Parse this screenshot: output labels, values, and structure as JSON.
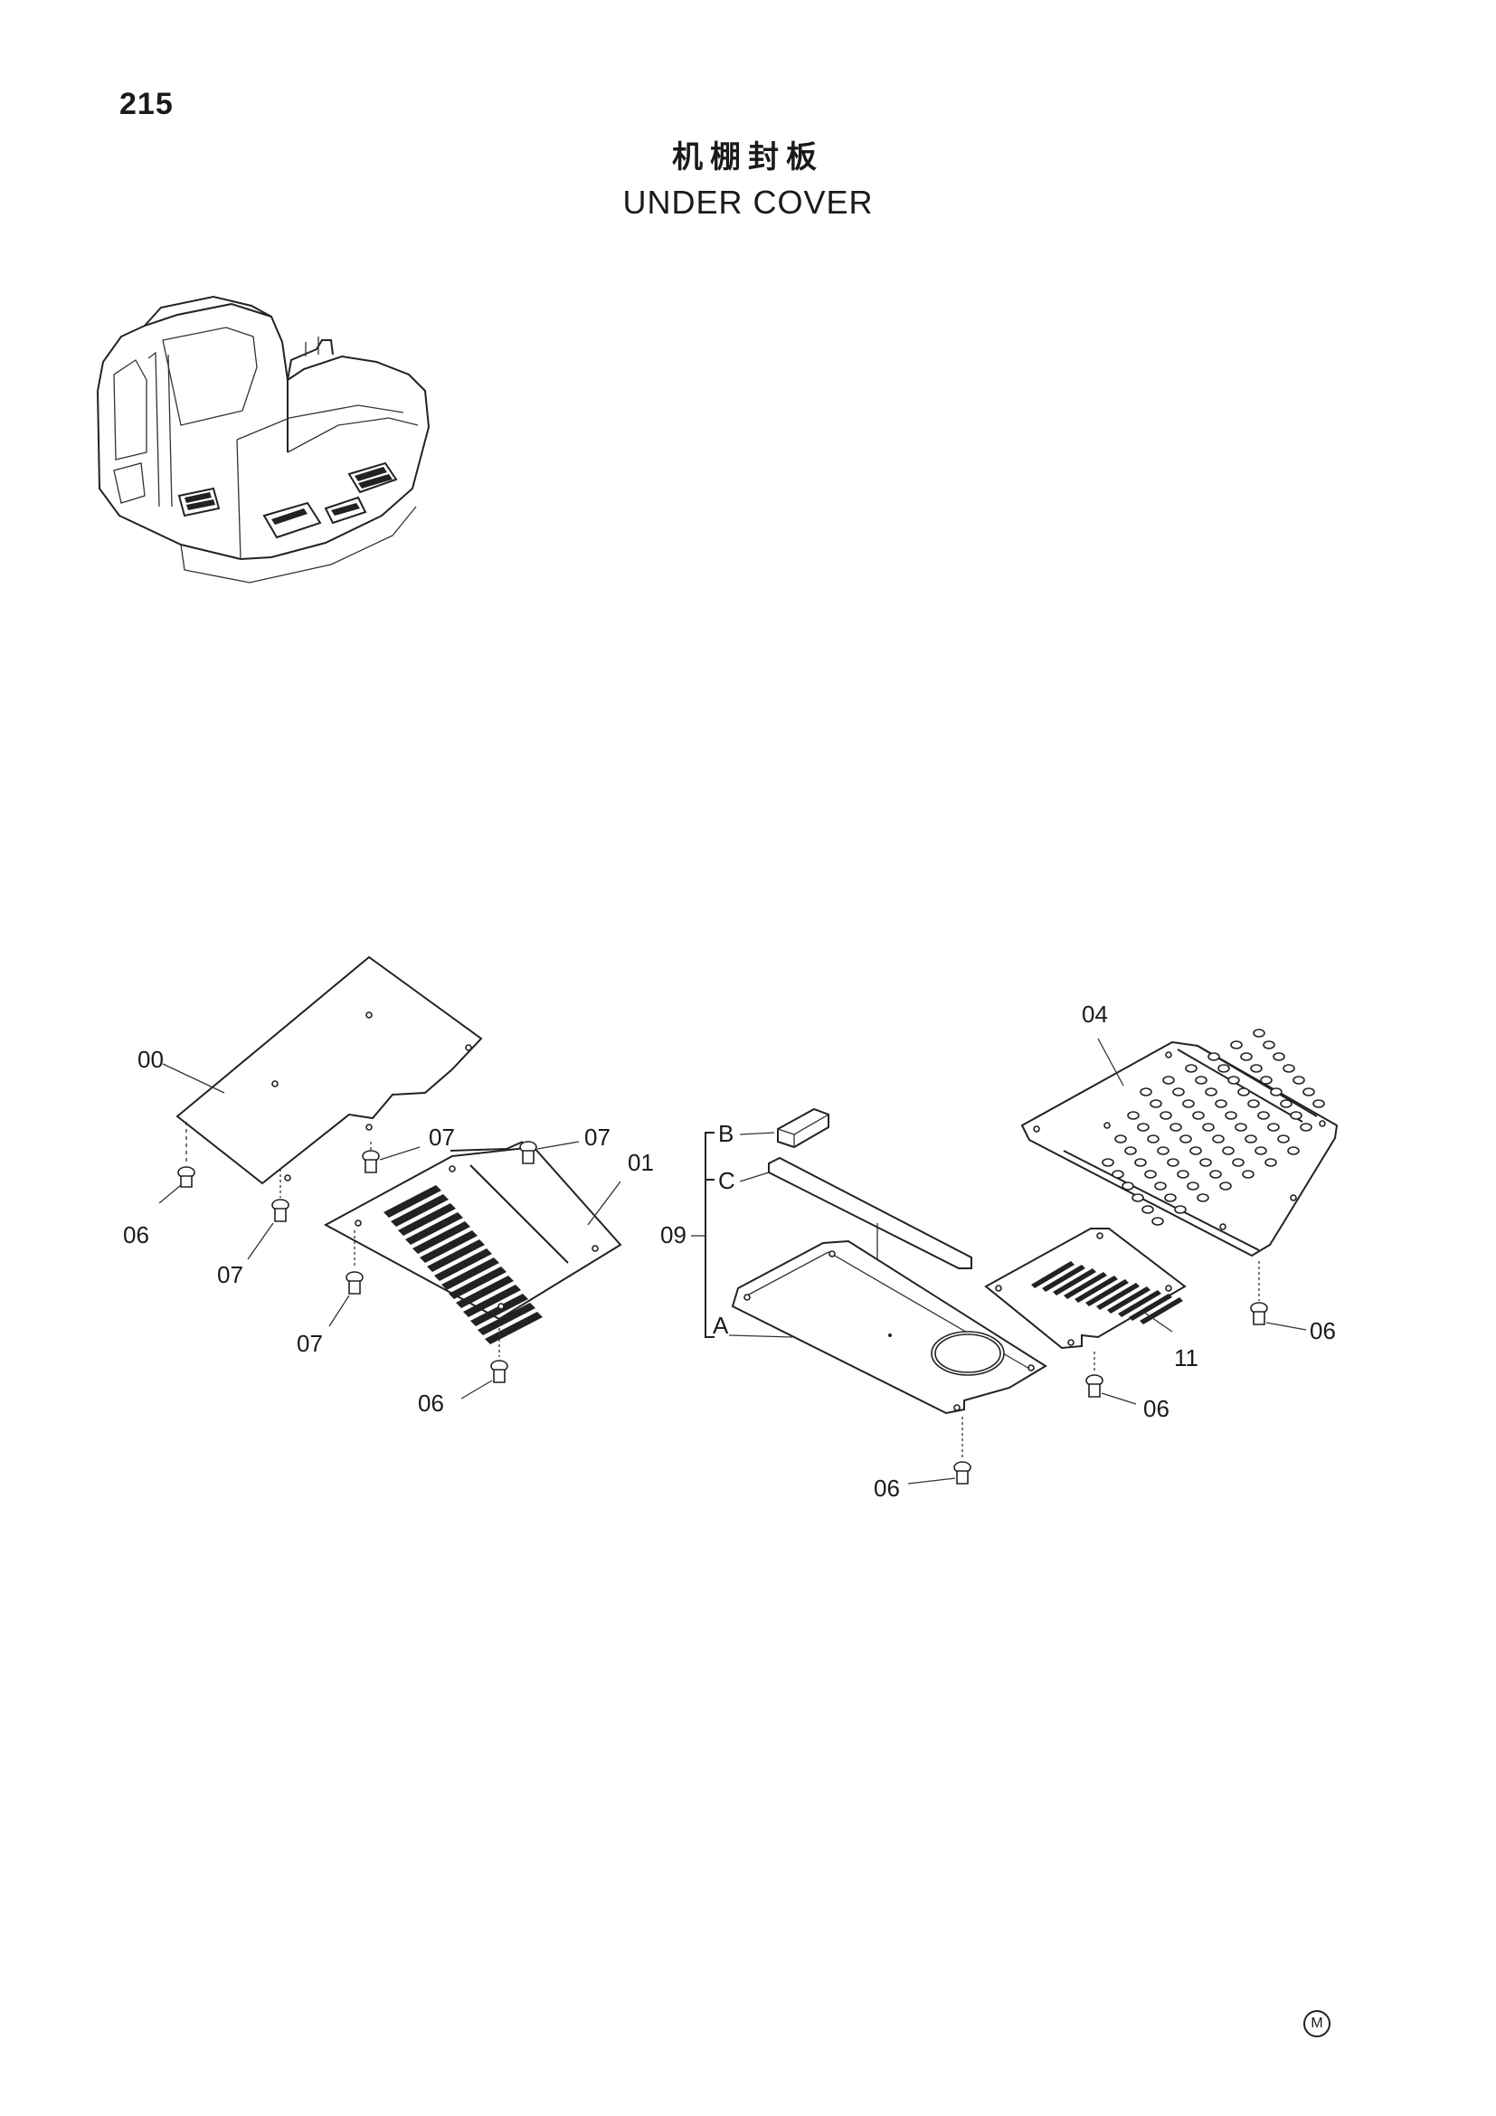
{
  "page": {
    "number": "215",
    "title_cn": "机棚封板",
    "title_en": "UNDER COVER",
    "corner_mark": "M"
  },
  "callouts": {
    "c00": "00",
    "c01": "01",
    "c04": "04",
    "c09": "09",
    "c11": "11",
    "c06a": "06",
    "c06b": "06",
    "c06c": "06",
    "c06d": "06",
    "c06e": "06",
    "c07a": "07",
    "c07b": "07",
    "c07c": "07",
    "c07d": "07",
    "sub_a": "A",
    "sub_b": "B",
    "sub_c": "C"
  }
}
